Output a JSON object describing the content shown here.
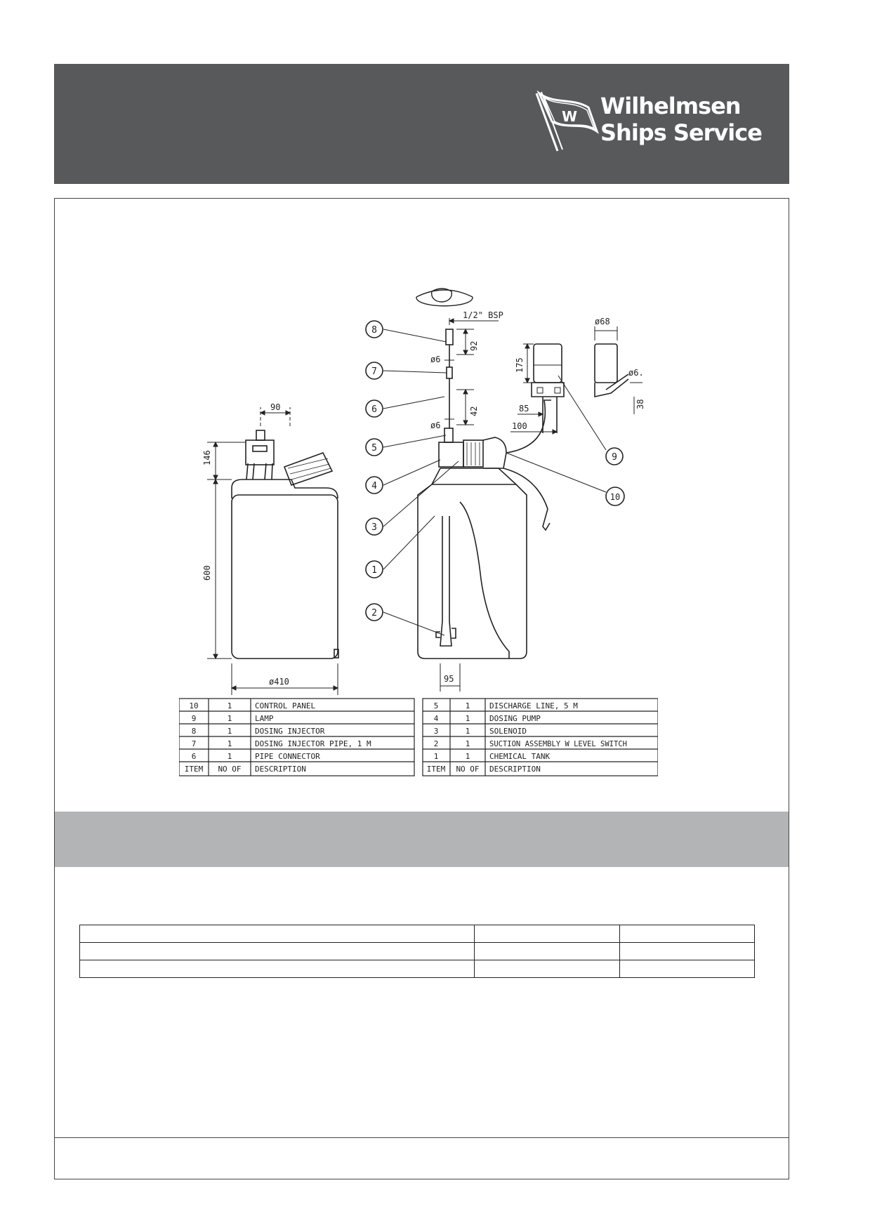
{
  "header": {
    "logo": {
      "name_line1": "Wilhelmsen",
      "name_line2": "Ships Service",
      "emblem_letter": "W"
    }
  },
  "drawing": {
    "dims": {
      "d90": "90",
      "d146": "146",
      "d600": "600",
      "d410": "ø410",
      "bsp": "1/2\" BSP",
      "d92": "92",
      "d6a": "ø6",
      "d42": "42",
      "d6b": "ø6",
      "d95": "95",
      "d175": "175",
      "d68": "ø68",
      "d6c": "ø6.",
      "d85": "85",
      "d100": "100",
      "d38": "38"
    },
    "balloons": [
      "1",
      "2",
      "3",
      "4",
      "5",
      "6",
      "7",
      "8",
      "9",
      "10"
    ],
    "parts_left": {
      "rows": [
        {
          "item": "10",
          "no": "1",
          "desc": "CONTROL PANEL"
        },
        {
          "item": "9",
          "no": "1",
          "desc": "LAMP"
        },
        {
          "item": "8",
          "no": "1",
          "desc": "DOSING INJECTOR"
        },
        {
          "item": "7",
          "no": "1",
          "desc": "DOSING INJECTOR PIPE, 1 M"
        },
        {
          "item": "6",
          "no": "1",
          "desc": "PIPE CONNECTOR"
        }
      ],
      "header": {
        "item": "ITEM",
        "no": "NO OF",
        "desc": "DESCRIPTION"
      }
    },
    "parts_right": {
      "rows": [
        {
          "item": "5",
          "no": "1",
          "desc": "DISCHARGE LINE, 5 M"
        },
        {
          "item": "4",
          "no": "1",
          "desc": "DOSING PUMP"
        },
        {
          "item": "3",
          "no": "1",
          "desc": "SOLENOID"
        },
        {
          "item": "2",
          "no": "1",
          "desc": "SUCTION ASSEMBLY W LEVEL SWITCH"
        },
        {
          "item": "1",
          "no": "1",
          "desc": "CHEMICAL TANK"
        }
      ],
      "header": {
        "item": "ITEM",
        "no": "NO OF",
        "desc": "DESCRIPTION"
      }
    }
  },
  "colors": {
    "header_bg": "#58595b",
    "band_bg": "#b3b4b6",
    "frame": "#444444"
  }
}
